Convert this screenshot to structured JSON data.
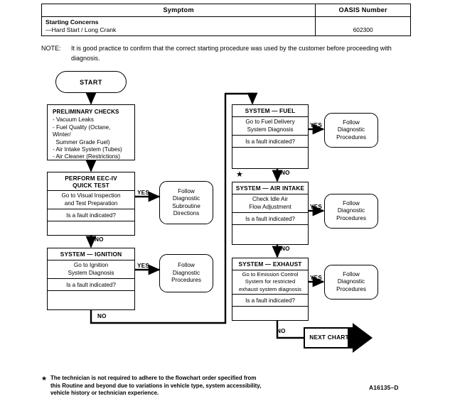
{
  "table": {
    "headers": [
      "Symptom",
      "OASIS Number"
    ],
    "row": {
      "concern_title": "Starting Concerns",
      "concern_detail": "—Hard Start / Long Crank",
      "oasis_number": "602300"
    }
  },
  "note": {
    "label": "NOTE:",
    "text": "It is good practice to confirm that the correct starting procedure was used by the customer before proceeding with diagnosis."
  },
  "flow": {
    "start_label": "START",
    "preliminary": {
      "title": "PRELIMINARY CHECKS",
      "items": [
        "- Vacuum Leaks",
        "- Fuel Quality (Octane, Winter/",
        "  Summer Grade Fuel)",
        "- Air Intake System (Tubes)",
        "- Air Cleaner (Restrictions)"
      ]
    },
    "eec": {
      "header_line1": "PERFORM EEC-IV",
      "header_line2": "QUICK TEST",
      "action_line1": "Go to Visual Inspection",
      "action_line2": "and Test Preparation",
      "question": "Is a fault indicated?"
    },
    "ignition": {
      "header": "SYSTEM — IGNITION",
      "action_line1": "Go to Ignition",
      "action_line2": "System Diagnosis",
      "question": "Is a fault indicated?"
    },
    "fuel": {
      "header": "SYSTEM — FUEL",
      "action_line1": "Go to Fuel Delivery",
      "action_line2": "System Diagnosis",
      "question": "Is a fault indicated?"
    },
    "air_intake": {
      "header": "SYSTEM — AIR INTAKE",
      "action_line1": "Check Idle Air",
      "action_line2": "Flow Adjustment",
      "question": "Is a fault indicated?",
      "star_marker": "★"
    },
    "exhaust": {
      "header": "SYSTEM — EXHAUST",
      "action_line1": "Go to Emission Control",
      "action_line2": "System for restricted",
      "action_line3": "exhaust system diagnosis",
      "question": "Is a fault indicated?"
    },
    "follow_subroutine": {
      "line1": "Follow",
      "line2": "Diagnostic",
      "line3": "Subroutine",
      "line4": "Directions"
    },
    "follow_procedures": {
      "line1": "Follow",
      "line2": "Diagnostic",
      "line3": "Procedures"
    },
    "next_chart_label": "NEXT CHART",
    "edge_labels": {
      "yes": "YES",
      "no": "NO"
    }
  },
  "footnote": {
    "star": "★",
    "line1": "The technician is not required to adhere to the flowchart order specified from",
    "line2": "this Routine and beyond due to variations in vehicle type, system accessibility,",
    "line3": "vehicle history or technician experience."
  },
  "doc_id": "A16135–D"
}
